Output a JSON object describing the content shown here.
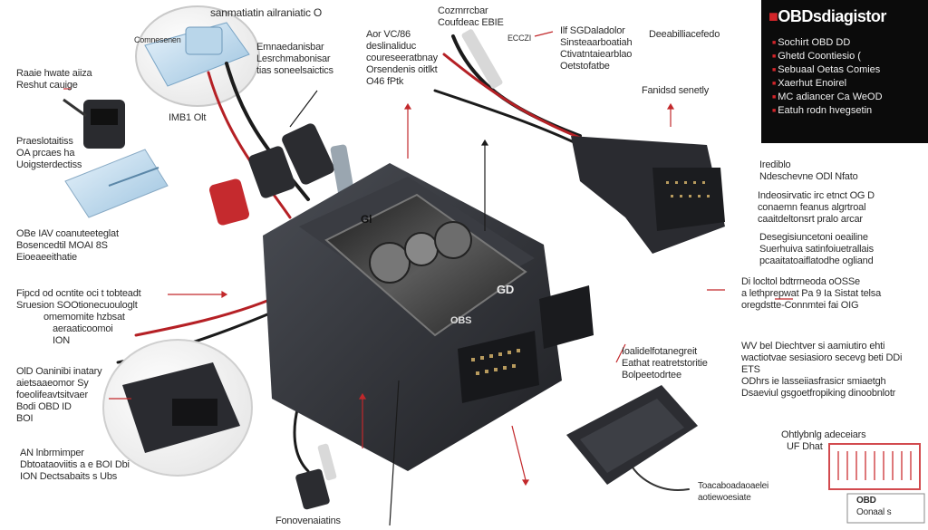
{
  "title_box": {
    "logo_mark": "⬛",
    "title": "OBDsdiagistor",
    "items": [
      "Sochirt OBD DD",
      "Ghetd Coontiesio (",
      "Sebuaal Oetas Comies",
      "Xaerhut Enoirel",
      "MC adiancer Ca WeOD",
      "Eatuh rodn hvegsetin"
    ]
  },
  "labels": {
    "top_center": "sanmatiatin ailraniatic O",
    "top_left_small": "Comnesenen",
    "mid_left_top": [
      "Emnaedanisbar",
      "Lesrchmabonisar",
      "tias soneelsaictics"
    ],
    "top_right_mid": [
      "Cozmrrcbar",
      "Coufdeac EBIE"
    ],
    "top_small_right": "ECCZI",
    "center_top": [
      "Aor VC/86",
      "deslinaliduc",
      "coureseeratbnay",
      "Orsendenis oitlkt",
      "O46 fPtk"
    ],
    "right_top_a": [
      "Ilf SGDaladolor",
      "Sinsteaarboatiah",
      "Ctivatntaiearblao",
      "Oetstofatbe"
    ],
    "right_top_b": "Deeabilliacefedo",
    "far_left_a": [
      "Raaie hwate aiiza",
      "Reshut cauige"
    ],
    "far_left_b": [
      "Praeslotaitiss",
      "OA prcaes ha",
      "Uoigsterdectiss"
    ],
    "right_mid_a": "Fanidsd senetly",
    "right_mid_b": [
      "Irediblo",
      "Ndeschevne ODl Nfato"
    ],
    "right_mid_c": [
      "Indeosirvatic irc etnct OG D",
      "conaemn feanus algrtroal",
      "caaitdeltonsrt pralo arcar"
    ],
    "right_mid_d": [
      "Desegisiuncetoni oeailine",
      "Suerhuiva satinfoiuetrallais",
      "pcaaitatoaiflatodhe ogliand"
    ],
    "center_small": "IMB1 Olt",
    "left_mid_a": [
      "OBe  IAV coanuteeteglat",
      "Bosencedtil MOAI 8S",
      "Eioeaeeithatie"
    ],
    "left_mid_b": [
      "Fipcd  od ocntite oci t tobteadt",
      "Sruesion  SOOtionecuouloglt",
      "omemomite hzbsat",
      "aeraaticoomoi",
      "ION"
    ],
    "right_lower_a": [
      "Di locltol bdtrrneoda oOSSe",
      "a lethprepwat Pa  9 Ia Sistat telsa",
      "oregdstte-Connmtei fai OIG"
    ],
    "center_right_a": [
      "Ioalidelfotanegreit",
      "Eathat reatretstoritie",
      "Bolpeetodrtee"
    ],
    "right_lower_b": [
      "WV bel Diechtver si aamiutiro ehti",
      "wactiotvae sesiasioro secevg beti DDi",
      "ETS",
      "ODhrs ie lasseiiasfrasicr smiaetgh",
      "Dsaeviul gsgoetfropiking dinoobnlotr"
    ],
    "left_lower_a": [
      "OlD Oaninibi inatary",
      "aietsaaeomor Sy",
      "foeolifeavtsitvaer",
      "Bodi OBD ID",
      "BOI"
    ],
    "left_lower_b": [
      "AN lnbrmimper",
      "Dbtoataoviitis a e BOI Dbi",
      "ION Dectsabaits s Ubs"
    ],
    "bottom_center": "Fonovenaiatins",
    "bottom_right_a": [
      "Ohtlybnlg adeceiars",
      "UF Dhat"
    ],
    "bottom_right_b": [
      "Toacaboadaoaelei",
      "aotiewoesiate"
    ],
    "bottom_right_badge": [
      "OBD",
      "Oonaal s"
    ],
    "screen_text": [
      "Gl",
      "OBS",
      "GD"
    ]
  },
  "colors": {
    "accent_red": "#c2282b",
    "device_dark": "#2e3035",
    "title_bg": "#0b0b0b"
  }
}
